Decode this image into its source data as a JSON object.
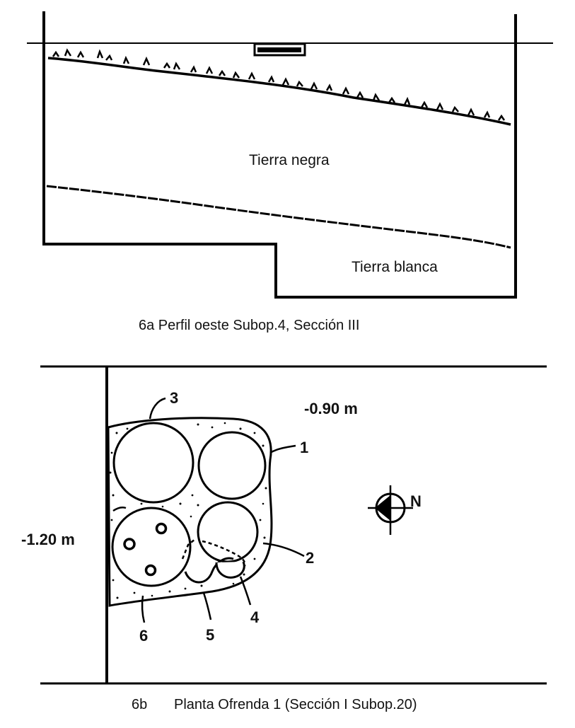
{
  "profile": {
    "layer_upper_label": "Tierra negra",
    "layer_lower_label": "Tierra blanca",
    "caption": "6a  Perfil oeste Subop.4, Sección III"
  },
  "plan": {
    "depth_top": "-0.90 m",
    "depth_left": "-1.20 m",
    "north_label": "N",
    "vessel_labels": [
      "1",
      "2",
      "3",
      "4",
      "5",
      "6"
    ],
    "caption_number": "6b",
    "caption_text": "Planta Ofrenda 1 (Sección I Subop.20)"
  }
}
